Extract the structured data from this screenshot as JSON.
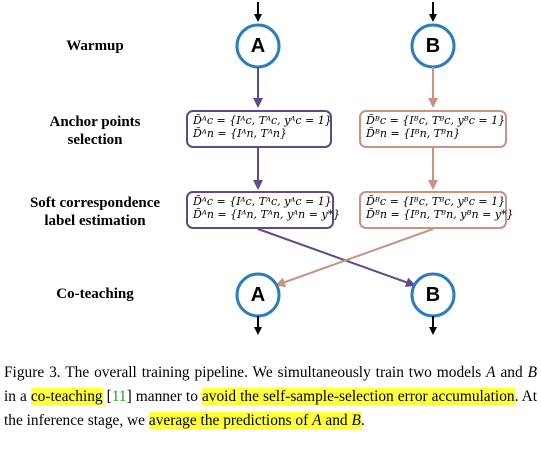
{
  "stages": {
    "warmup": "Warmup",
    "anchor_line1": "Anchor points",
    "anchor_line2": "selection",
    "soft_line1": "Soft correspondence",
    "soft_line2": "label estimation",
    "coteach": "Co-teaching"
  },
  "models": {
    "a": "A",
    "b": "B"
  },
  "anchor_boxes": {
    "a_line1": "D̃ᴬc = {Iᴬc, Tᴬc, yᴬc = 1}",
    "a_line2": "D̃ᴬn = {Iᴬn, Tᴬn}",
    "b_line1": "D̃ᴮc = {Iᴮc, Tᴮc, yᴮc = 1}",
    "b_line2": "D̃ᴮn = {Iᴮn, Tᴮn}"
  },
  "soft_boxes": {
    "a_line1": "D̃ᴬc = {Iᴬc, Tᴬc, yᴬc = 1}",
    "a_line2": "D̃ᴬn = {Iᴬn, Tᴬn, yᴬn = y*}",
    "b_line1": "D̃ᴮc = {Iᴮc, Tᴮc, yᴮc = 1}",
    "b_line2": "D̃ᴮn = {Iᴮn, Tᴮn, yᴮn = y*}"
  },
  "caption": {
    "part1": "Figure 3.  The overall training pipeline.  We simultaneously train two models ",
    "model_a": "A",
    "part2": " and ",
    "model_b": "B",
    "part3": " in a ",
    "hl1": "co-teaching",
    "part4": " [",
    "ref": "11",
    "part5": "] manner to ",
    "hl2": "avoid the self-sample-selection error accumulation",
    "part6": ".  At the inference stage, we ",
    "hl3_pre": "average the predictions of ",
    "hl3_a": "A",
    "hl3_and": " and ",
    "hl3_b": "B",
    "part7": "."
  },
  "colors": {
    "node_ring": "#2a7dc0",
    "path_a": "#5f4a8b",
    "path_b": "#c99282",
    "highlight": "#ffff3a",
    "ref": "#1ea01e"
  }
}
